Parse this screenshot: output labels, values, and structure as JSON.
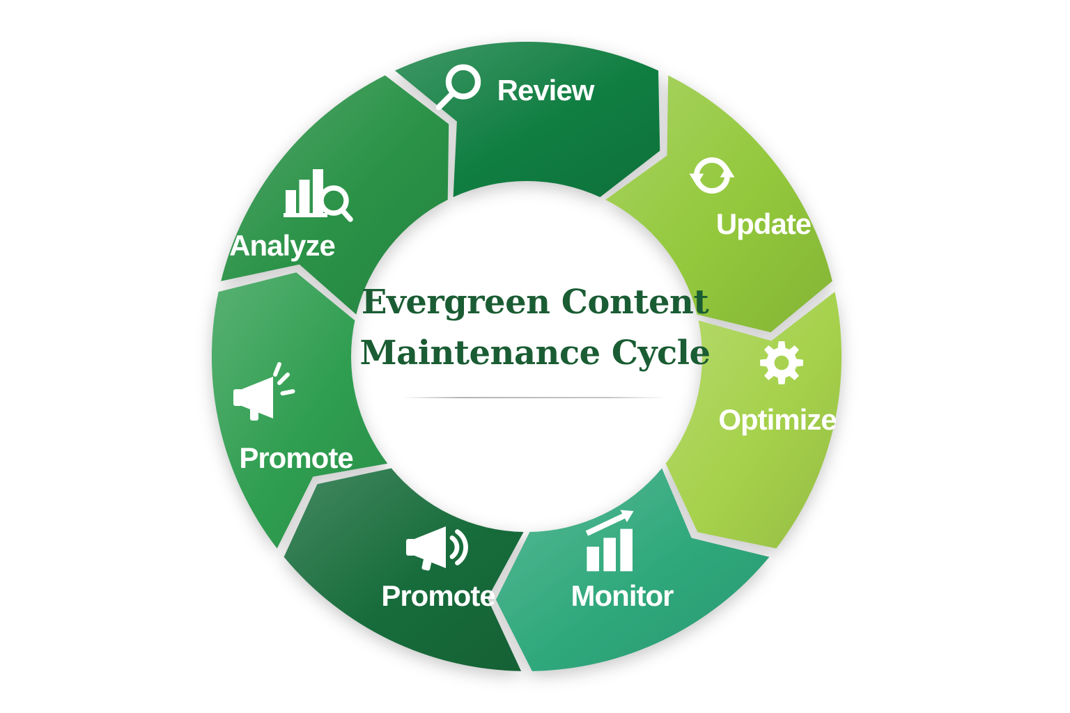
{
  "title": {
    "line1": "Evergreen Content",
    "line2": "Maintenance Cycle",
    "color": "#1a5c33"
  },
  "diagram": {
    "type": "cycle-arrow-ring",
    "direction": "clockwise",
    "background": "#ffffff",
    "label_color": "#ffffff",
    "segments": [
      {
        "label": "Review",
        "icon": "magnifier-icon",
        "color": "#107e41"
      },
      {
        "label": "Update",
        "icon": "refresh-arrows-icon",
        "color": "#93c83c"
      },
      {
        "label": "Optimize",
        "icon": "gear-icon",
        "color": "#a5d14b"
      },
      {
        "label": "Monitor",
        "icon": "growth-chart-icon",
        "color": "#2fa87c"
      },
      {
        "label": "Promote",
        "icon": "megaphone-sound-icon",
        "color": "#176c3b"
      },
      {
        "label": "Promote",
        "icon": "megaphone-alert-icon",
        "color": "#2f9e50"
      },
      {
        "label": "Analyze",
        "icon": "bar-chart-magnifier-icon",
        "color": "#2a9247"
      }
    ]
  }
}
